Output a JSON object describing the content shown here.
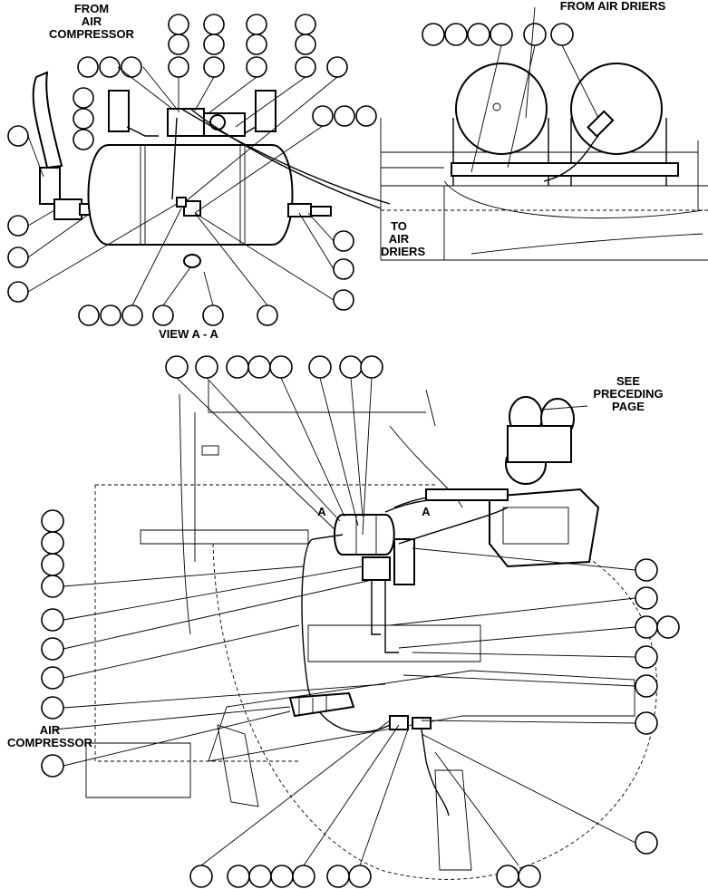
{
  "labels": {
    "from_air_compressor": "FROM\nAIR\nCOMPRESSOR",
    "from_air_driers": "FROM AIR DRIERS",
    "to_air_driers": "TO\nAIR\nDRIERS",
    "view_a_a": "VIEW A - A",
    "see_preceding_page": "SEE\nPRECEDING\nPAGE",
    "air_compressor": "AIR\nCOMPRESSOR",
    "section_a_left": "A",
    "section_a_right": "A"
  }
}
